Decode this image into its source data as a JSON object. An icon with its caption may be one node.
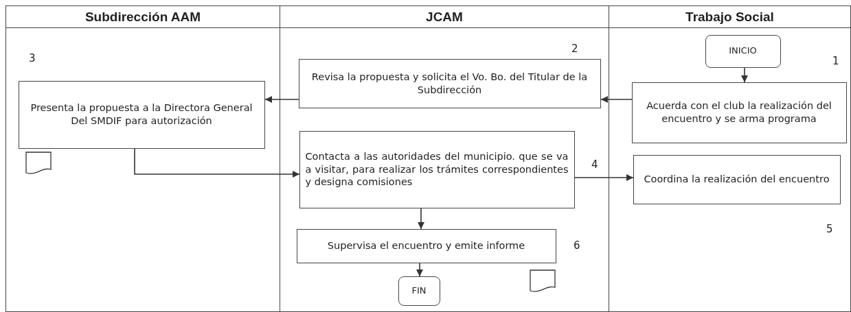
{
  "diagram": {
    "nodes": [
      {
        "text": [
          "Subdirección AAM"
        ]
      },
      {
        "text": [
          "JCAM"
        ]
      },
      {
        "text": [
          "Trabajo Social"
        ]
      },
      {
        "text": [
          "INICIO"
        ],
        "in": 2
      },
      {
        "text": [
          "Acuerda con el club la realización del encuentro y se arma programa"
        ],
        "in": 2,
        "beside": [
          "1"
        ]
      },
      {
        "text": [
          "Revisa la propuesta y solicita el Vo. Bo. del Titular de la Subdirección"
        ],
        "in": 1,
        "beside": [
          "2"
        ]
      },
      {
        "text": [
          "Presenta la propuesta a la Directora General Del SMDIF para autorización"
        ],
        "in": 0,
        "beside": [
          "3"
        ]
      },
      {
        "text": [
          "Contacta a las autoridades del municipio. que se va a visitar, para realizar los trámites correspondientes y designa comisiones"
        ],
        "in": 1,
        "beside": [
          "4"
        ]
      },
      {
        "text": [
          "Coordina la realización del encuentro"
        ],
        "in": 2,
        "beside": [
          "5"
        ]
      },
      {
        "text": [
          "Supervisa el encuentro y emite informe"
        ],
        "in": 1,
        "beside": [
          "6"
        ]
      },
      {
        "text": [
          "FIN"
        ],
        "in": 1
      }
    ],
    "edges": [
      {
        "from": 3,
        "to": 4,
        "arrow": "to"
      },
      {
        "from": 4,
        "to": 5,
        "arrow": "to"
      },
      {
        "from": 5,
        "to": 6,
        "arrow": "to"
      },
      {
        "from": 6,
        "to": 7,
        "arrow": "to"
      },
      {
        "from": 7,
        "to": 8,
        "arrow": "to"
      },
      {
        "from": 7,
        "to": 9,
        "arrow": "to"
      },
      {
        "from": 9,
        "to": 10,
        "arrow": "to"
      }
    ]
  }
}
